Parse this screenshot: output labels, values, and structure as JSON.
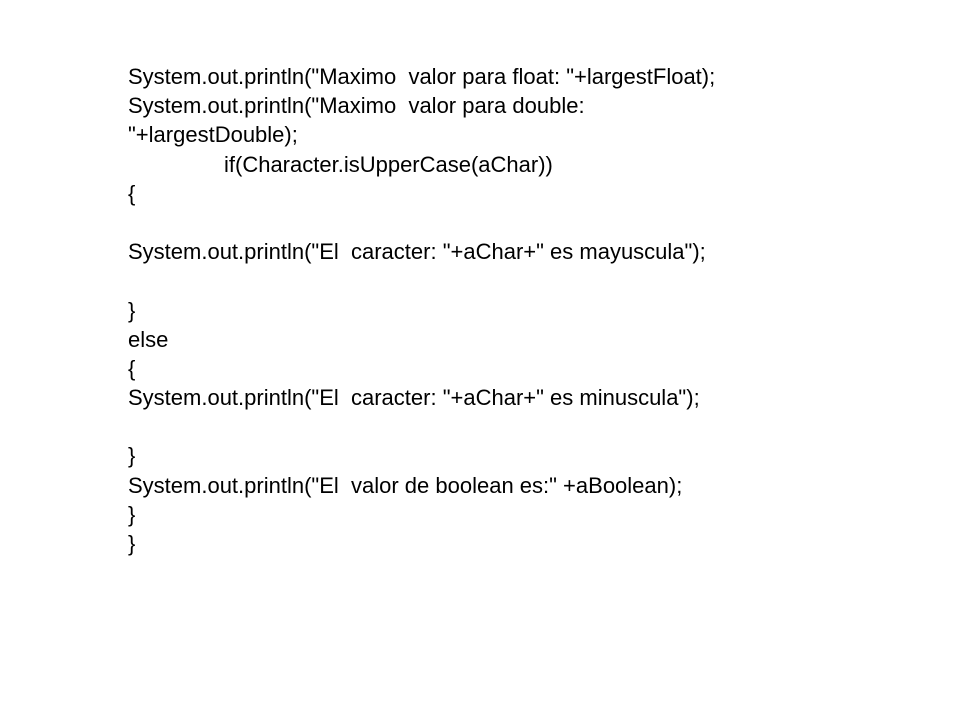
{
  "slide": {
    "lines": [
      "System.out.println(\"Maximo  valor para float: \"+largestFloat);",
      "System.out.println(\"Maximo  valor para double:",
      "\"+largestDouble);",
      "if(Character.isUpperCase(aChar))",
      "{",
      "",
      "System.out.println(\"El  caracter: \"+aChar+\" es mayuscula\");",
      "",
      "}",
      "else",
      "{",
      "System.out.println(\"El  caracter: \"+aChar+\" es minuscula\");",
      "",
      "}",
      "System.out.println(\"El  valor de boolean es:\" +aBoolean);",
      "}",
      "}"
    ]
  }
}
